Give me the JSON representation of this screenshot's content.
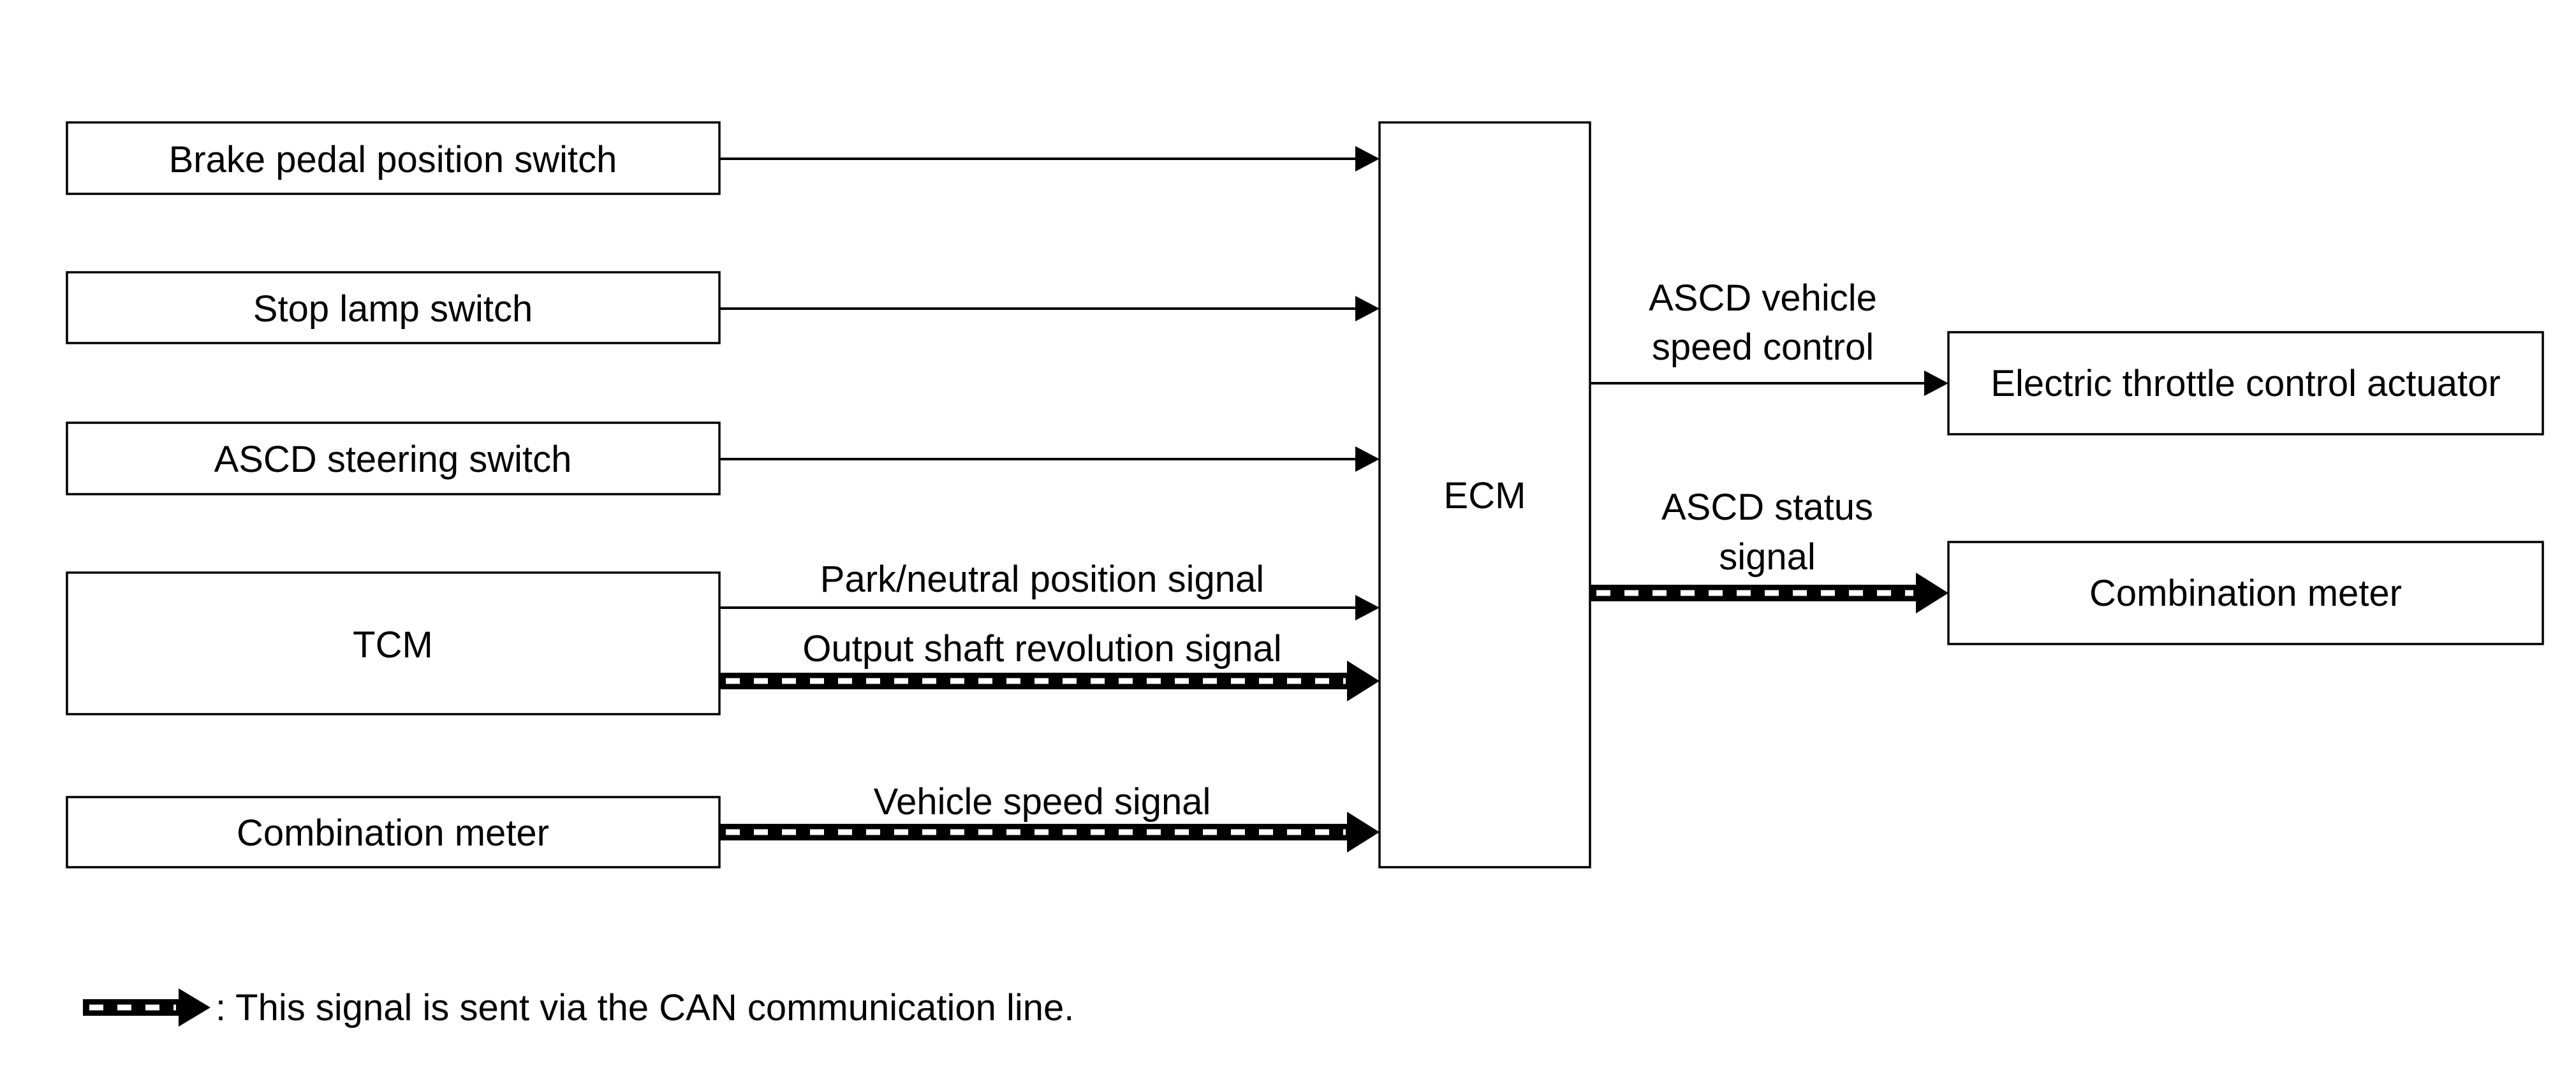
{
  "inputs": {
    "brake": "Brake pedal position switch",
    "stop_lamp": "Stop lamp switch",
    "steering": "ASCD steering switch",
    "tcm": "TCM",
    "meter": "Combination meter"
  },
  "ecm": "ECM",
  "outputs": {
    "throttle": "Electric throttle control actuator",
    "meter": "Combination meter"
  },
  "signals": {
    "park_neutral": "Park/neutral position signal",
    "output_shaft": "Output shaft revolution signal",
    "vehicle_speed": "Vehicle speed signal",
    "speed_control_line1": "ASCD vehicle",
    "speed_control_line2": "speed control",
    "status_line1": "ASCD status",
    "status_line2": "signal"
  },
  "legend": {
    "text": ": This signal is sent via the CAN communication line."
  }
}
